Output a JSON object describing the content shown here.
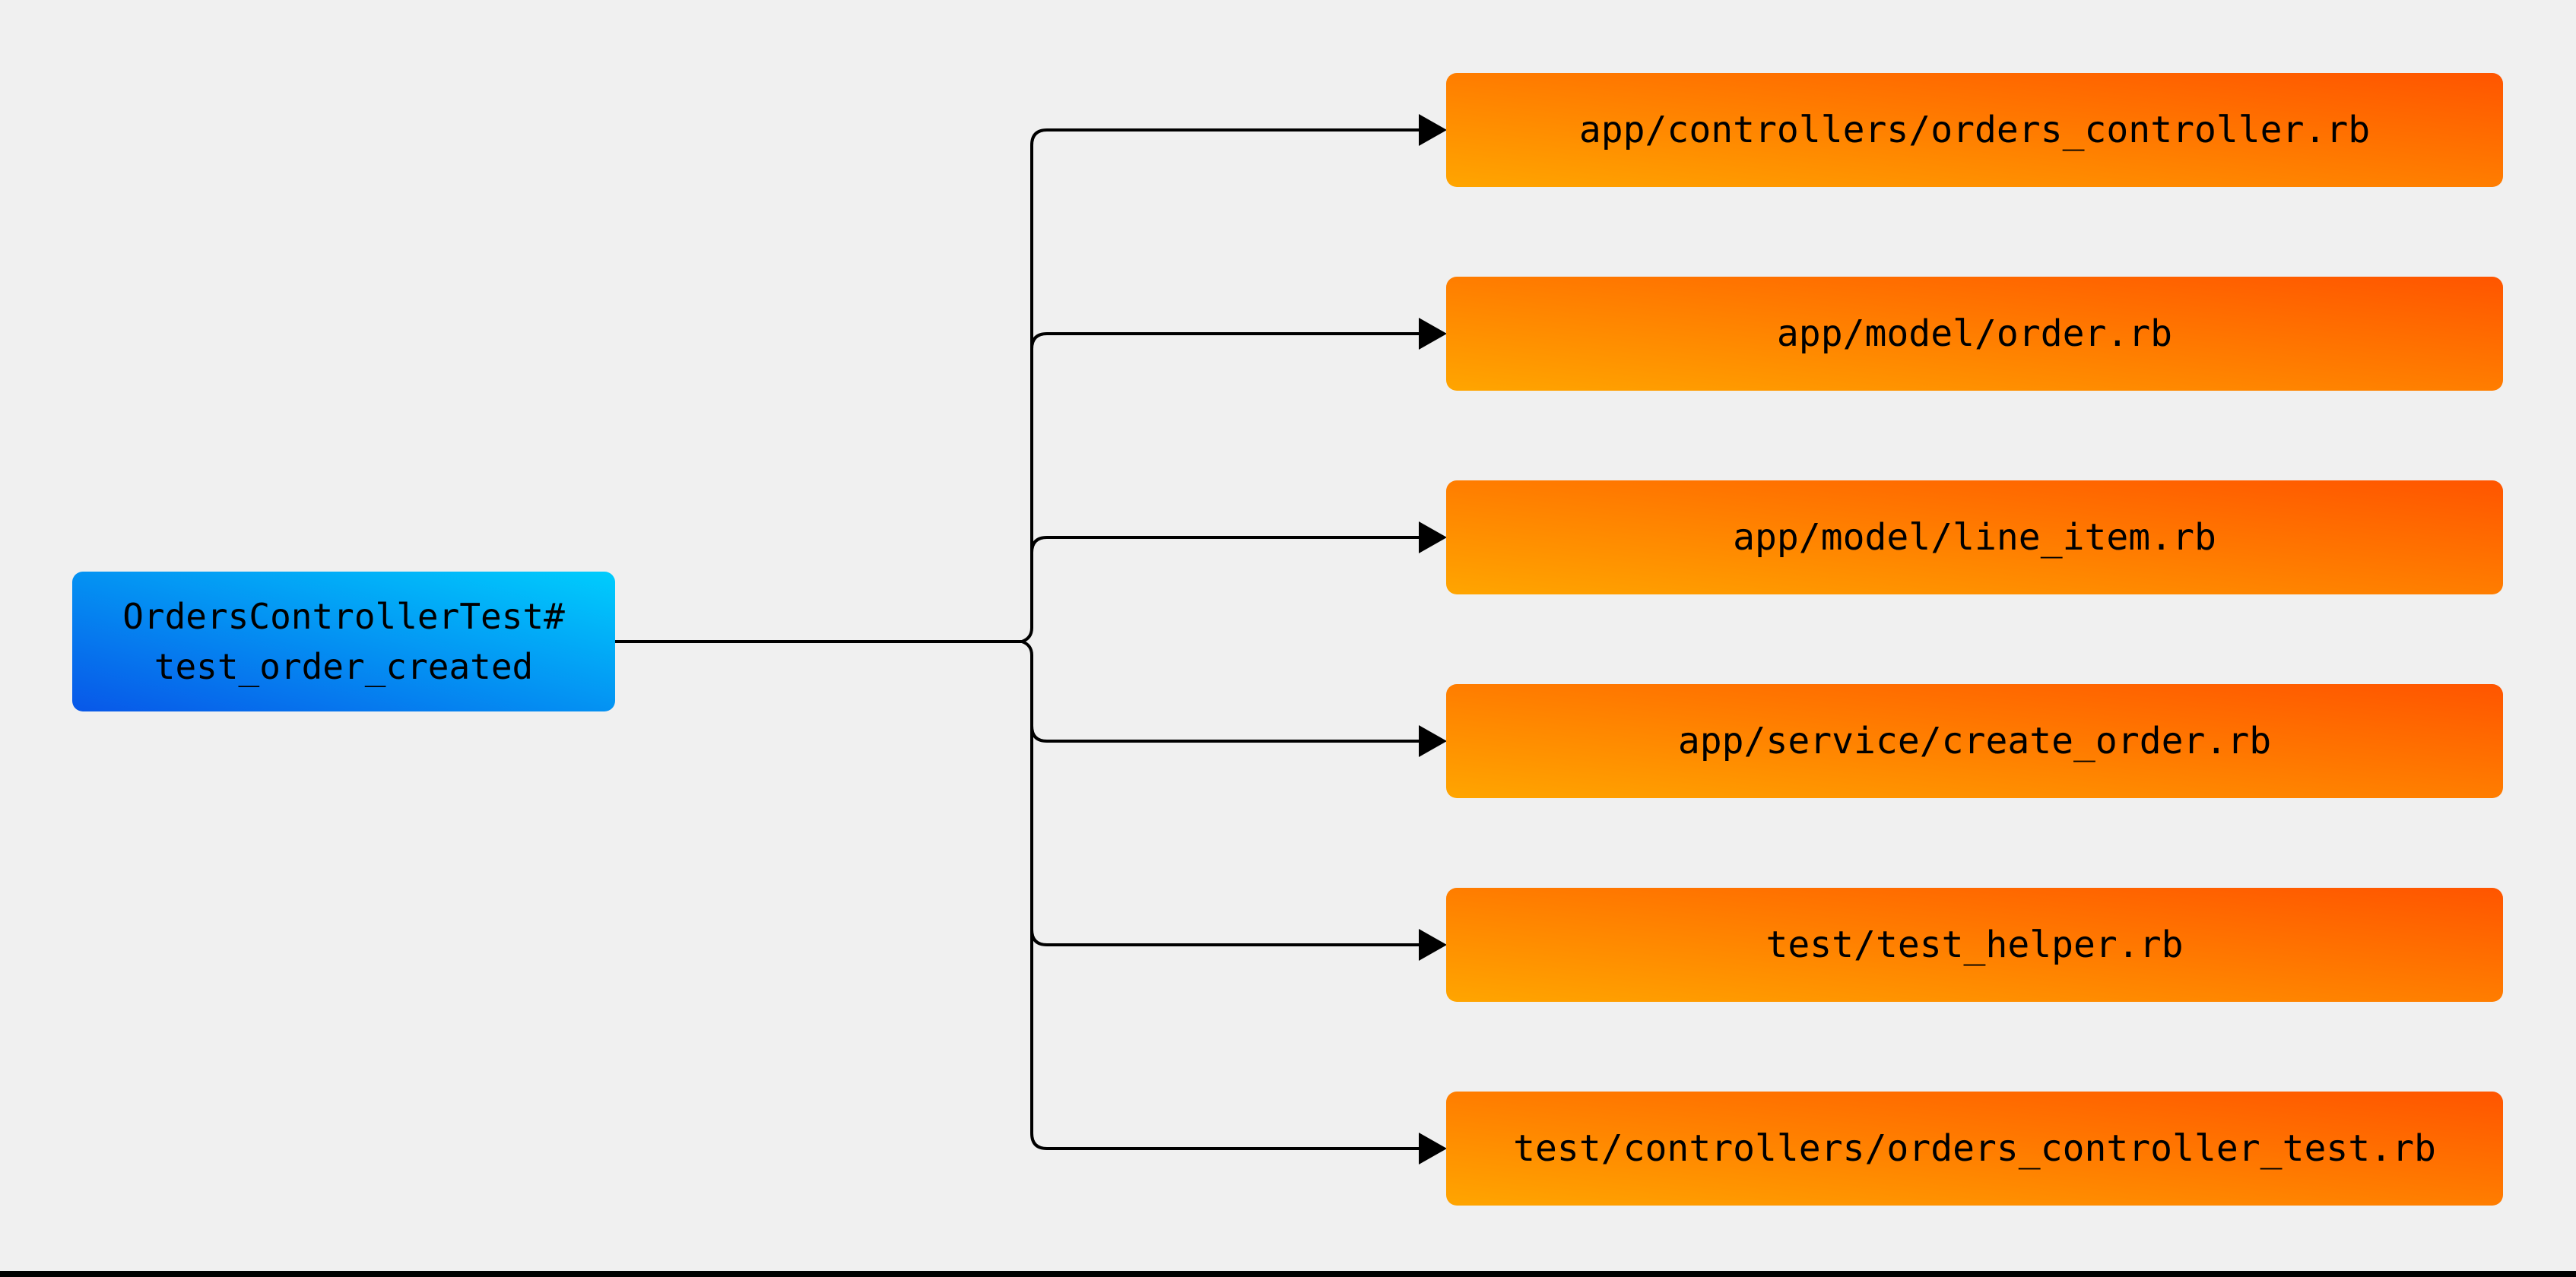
{
  "diagram": {
    "background_color": "#f0f0f0",
    "edge_color": "#000000",
    "source": {
      "label_line1": "OrdersControllerTest#",
      "label_line2": "test_order_created",
      "gradient_from": "#0857e8",
      "gradient_to": "#00cdfd"
    },
    "targets": [
      {
        "label": "app/controllers/orders_controller.rb"
      },
      {
        "label": "app/model/order.rb"
      },
      {
        "label": "app/model/line_item.rb"
      },
      {
        "label": "app/service/create_order.rb"
      },
      {
        "label": "test/test_helper.rb"
      },
      {
        "label": "test/controllers/orders_controller_test.rb"
      }
    ],
    "target_gradient_from": "#ffa500",
    "target_gradient_to": "#ff5500"
  }
}
